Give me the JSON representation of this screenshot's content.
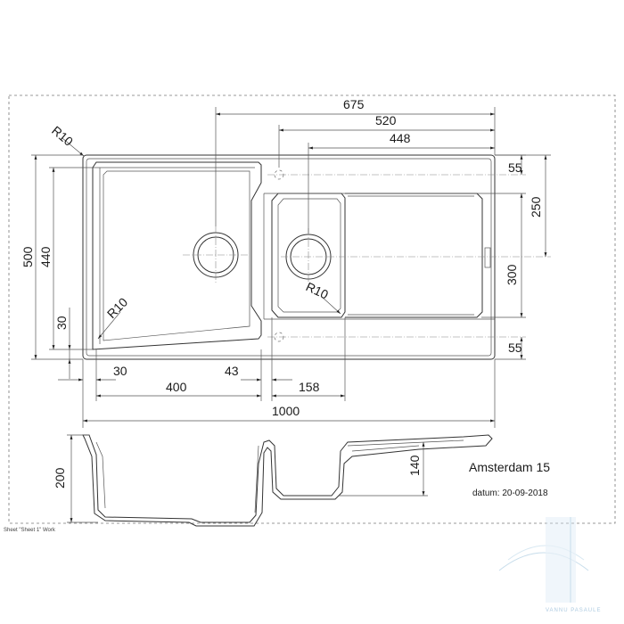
{
  "drawing": {
    "dimensions": {
      "d675": "675",
      "d520": "520",
      "d448": "448",
      "r10_top": "R10",
      "r10_left": "R10",
      "r10_small": "R10",
      "d55_top": "55",
      "d250": "250",
      "d300": "300",
      "d55_bottom": "55",
      "d500": "500",
      "d440": "440",
      "d30_left": "30",
      "d30_bottom": "30",
      "d400": "400",
      "d43": "43",
      "d158": "158",
      "d1000": "1000",
      "d200": "200",
      "d140": "140"
    },
    "title_block": {
      "model": "Amsterdam 15",
      "date": "datum: 20-09-2018"
    },
    "sheet_label": "Sheet \"Sheet 1\" Work",
    "watermark": "VANNU PASAULE"
  },
  "colors": {
    "line": "#333333",
    "text": "#1a1a1a",
    "watermark": "#6aa0c8"
  }
}
